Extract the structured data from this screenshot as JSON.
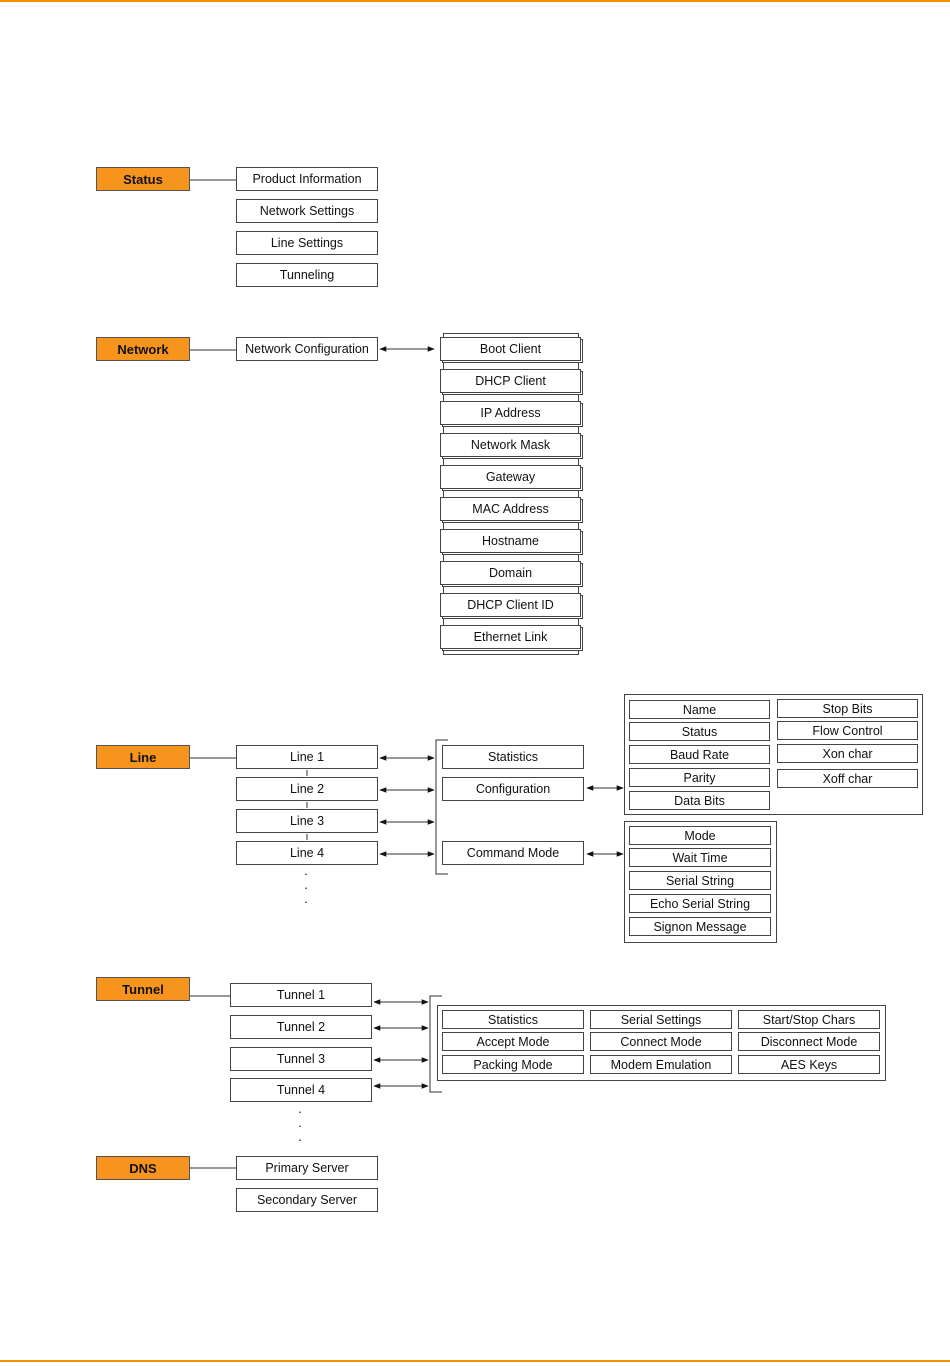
{
  "status": {
    "label": "Status",
    "items": [
      "Product Information",
      "Network Settings",
      "Line Settings",
      "Tunneling"
    ]
  },
  "network": {
    "label": "Network",
    "config": "Network Configuration",
    "items": [
      "Boot Client",
      "DHCP Client",
      "IP Address",
      "Network Mask",
      "Gateway",
      "MAC Address",
      "Hostname",
      "Domain",
      "DHCP Client ID",
      "Ethernet Link"
    ]
  },
  "line": {
    "label": "Line",
    "lines": [
      "Line 1",
      "Line 2",
      "Line 3",
      "Line 4"
    ],
    "ellipsis": ".",
    "menu": {
      "statistics": "Statistics",
      "configuration": "Configuration",
      "command_mode": "Command Mode"
    },
    "config_left": [
      "Name",
      "Status",
      "Baud Rate",
      "Parity",
      "Data Bits"
    ],
    "config_right": [
      "Stop Bits",
      "Flow Control",
      "Xon char",
      "Xoff char"
    ],
    "command_items": [
      "Mode",
      "Wait Time",
      "Serial String",
      "Echo Serial String",
      "Signon Message"
    ]
  },
  "tunnel": {
    "label": "Tunnel",
    "tunnels": [
      "Tunnel 1",
      "Tunnel 2",
      "Tunnel 3",
      "Tunnel 4"
    ],
    "ellipsis": ".",
    "grid": [
      [
        "Statistics",
        "Serial Settings",
        "Start/Stop Chars"
      ],
      [
        "Accept Mode",
        "Connect Mode",
        "Disconnect Mode"
      ],
      [
        "Packing Mode",
        "Modem Emulation",
        "AES Keys"
      ]
    ]
  },
  "dns": {
    "label": "DNS",
    "items": [
      "Primary Server",
      "Secondary Server"
    ]
  },
  "colors": {
    "accent": "#f39200",
    "category_fill": "#f7941d"
  }
}
